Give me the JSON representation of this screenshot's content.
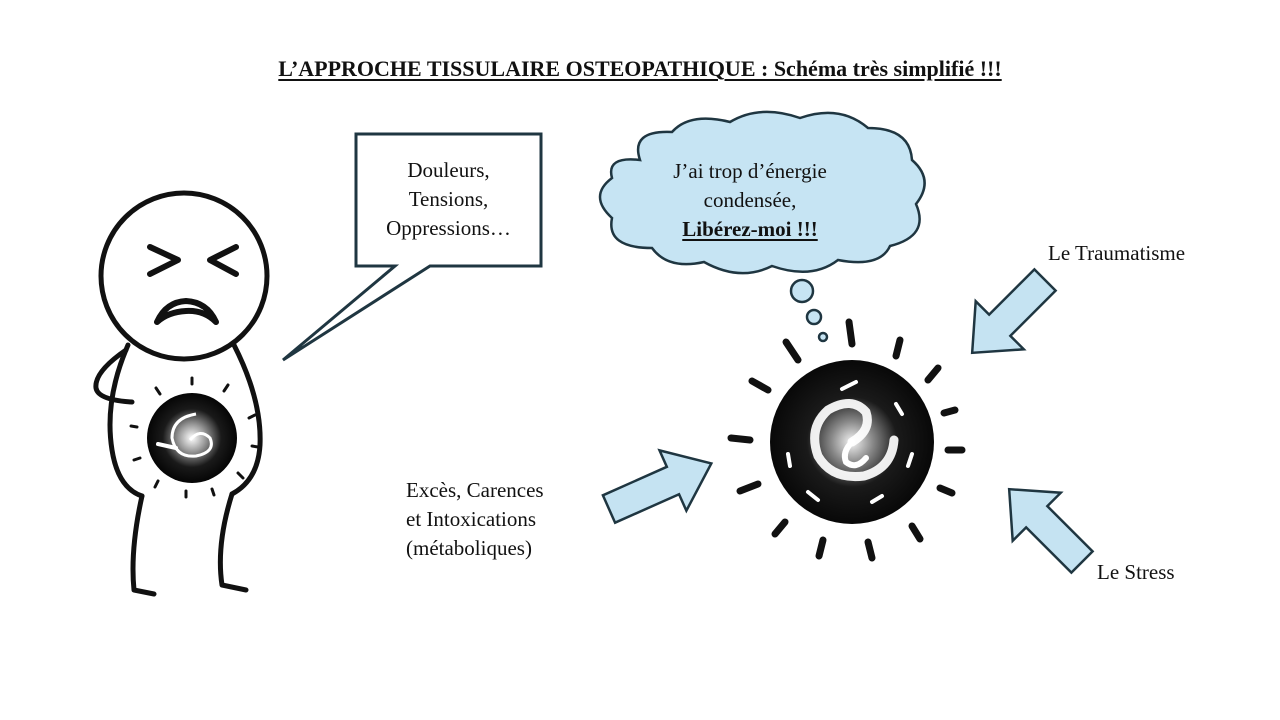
{
  "title": "L’APPROCHE TISSULAIRE OSTEOPATHIQUE : Schéma très simplifié !!!",
  "speech_bubble": {
    "lines": [
      "Douleurs,",
      "Tensions,",
      "Oppressions…"
    ]
  },
  "thought_cloud": {
    "lines": [
      "J’ai trop d’énergie",
      "condensée,"
    ],
    "emphasis": "Libérez-moi !!!"
  },
  "labels": {
    "traumatisme": "Le Traumatisme",
    "stress": "Le Stress",
    "exces": [
      "Excès, Carences",
      "et Intoxications",
      "(métaboliques)"
    ]
  },
  "colors": {
    "arrow_fill": "#c5e3f2",
    "cloud_fill": "#c6e4f3",
    "outline": "#1f3641",
    "orb_dark": "#111111"
  },
  "icons": {
    "figure": "stick-figure-in-pain",
    "orb": "swirling-energy-orb",
    "arrows": "arrow-right-block"
  }
}
